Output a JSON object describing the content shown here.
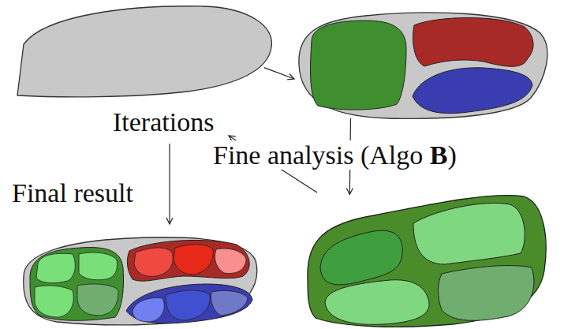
{
  "diagram": {
    "nodes": [
      {
        "text": []
      },
      {
        "text": []
      },
      {
        "text": []
      },
      {
        "text": []
      }
    ],
    "edges": [
      {
        "from": 0,
        "to": 1,
        "arrow": "to"
      },
      {
        "from": 1,
        "to": 2,
        "label": "Fine analysis (Algo B)",
        "arrow": "to"
      }
    ],
    "labels": [
      "Iterations",
      "Final result"
    ]
  }
}
